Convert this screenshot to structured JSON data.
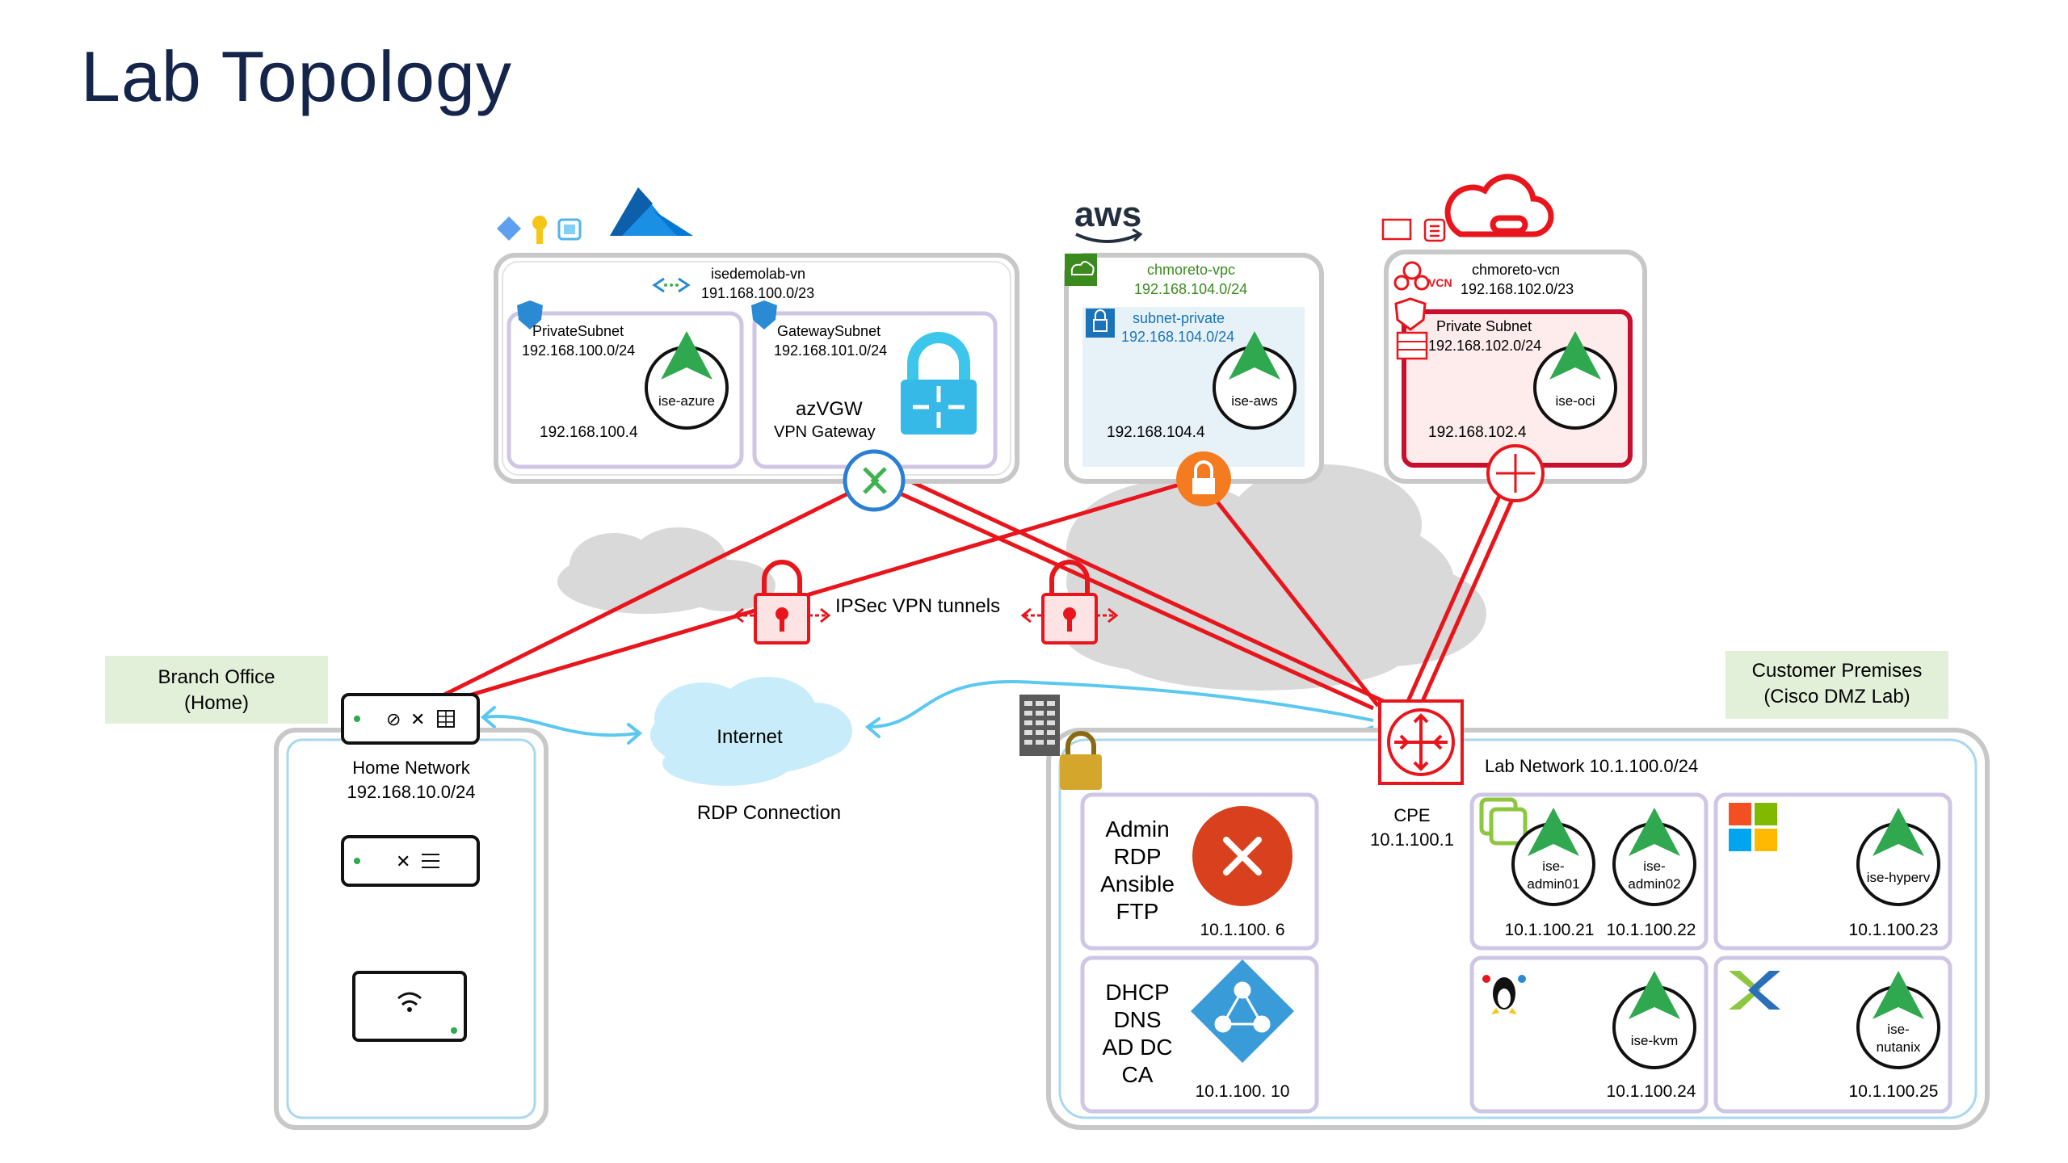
{
  "title": "Lab Topology",
  "azure": {
    "vnet_name": "isedemolab-vn",
    "vnet_cidr": "191.168.100.0/23",
    "private_subnet": {
      "name": "PrivateSubnet",
      "cidr": "192.168.100.0/24",
      "ip": "192.168.100.4",
      "node": "ise-azure"
    },
    "gateway_subnet": {
      "name": "GatewaySubnet",
      "cidr": "192.168.101.0/24",
      "gw_name": "azVGW",
      "gw_type": "VPN Gateway"
    }
  },
  "aws": {
    "logo": "aws",
    "vpc_name": "chmoreto-vpc",
    "vpc_cidr": "192.168.104.0/24",
    "subnet_name": "subnet-private",
    "subnet_cidr": "192.168.104.0/24",
    "ip": "192.168.104.4",
    "node": "ise-aws"
  },
  "oci": {
    "vcn_badge": "VCN",
    "vcn_name": "chmoreto-vcn",
    "vcn_cidr": "192.168.102.0/23",
    "subnet_name": "Private Subnet",
    "subnet_cidr": "192.168.102.0/24",
    "ip": "192.168.102.4",
    "node": "ise-oci"
  },
  "tunnels_label": "IPSec VPN tunnels",
  "branch": {
    "label_line1": "Branch Office",
    "label_line2": "(Home)",
    "network_name": "Home Network",
    "network_cidr": "192.168.10.0/24"
  },
  "internet": {
    "label": "Internet",
    "rdp_label": "RDP Connection"
  },
  "customer": {
    "label_line1": "Customer Premises",
    "label_line2": "(Cisco DMZ Lab)",
    "lab_network": "Lab Network 10.1.100.0/24",
    "cpe_name": "CPE",
    "cpe_ip": "10.1.100.1"
  },
  "lab": {
    "admin_lines": [
      "Admin",
      "RDP",
      "Ansible",
      "FTP"
    ],
    "admin_ip": "10.1.100. 6",
    "dhcp_lines": [
      "DHCP",
      "DNS",
      "AD DC",
      "CA"
    ],
    "dhcp_ip": "10.1.100. 10",
    "admin01_l1": "ise-",
    "admin01_l2": "admin01",
    "admin01_ip": "10.1.100.21",
    "admin02_l1": "ise-",
    "admin02_l2": "admin02",
    "admin02_ip": "10.1.100.22",
    "hyperv": "ise-hyperv",
    "hyperv_ip": "10.1.100.23",
    "kvm": "ise-kvm",
    "kvm_ip": "10.1.100.24",
    "nutanix_l1": "ise-",
    "nutanix_l2": "nutanix",
    "nutanix_ip": "10.1.100.25"
  },
  "colors": {
    "title": "#14244a",
    "tunnel": "#e8161c",
    "link": "#5bc8ef",
    "ise": "#2fa84f",
    "frame": "#c8c8c8",
    "frame_inner": "#cfc6e6",
    "aws_green": "#3a8a1e",
    "oci_red": "#c8102e",
    "label_bg": "#e3f0d9"
  },
  "icons": {
    "azure": "azure-logo-icon",
    "aws": "aws-logo-icon",
    "oci": "oracle-cloud-icon",
    "router": "router-icon",
    "lock": "padlock-icon",
    "vpn_gateway": "vpn-gateway-icon",
    "rdp": "remote-desktop-icon",
    "ad": "active-directory-icon",
    "windows": "windows-logo-icon",
    "vmware": "vmware-logo-icon",
    "linux": "linux-penguin-icon",
    "nutanix": "nutanix-logo-icon",
    "firewall": "firewall-icon"
  }
}
